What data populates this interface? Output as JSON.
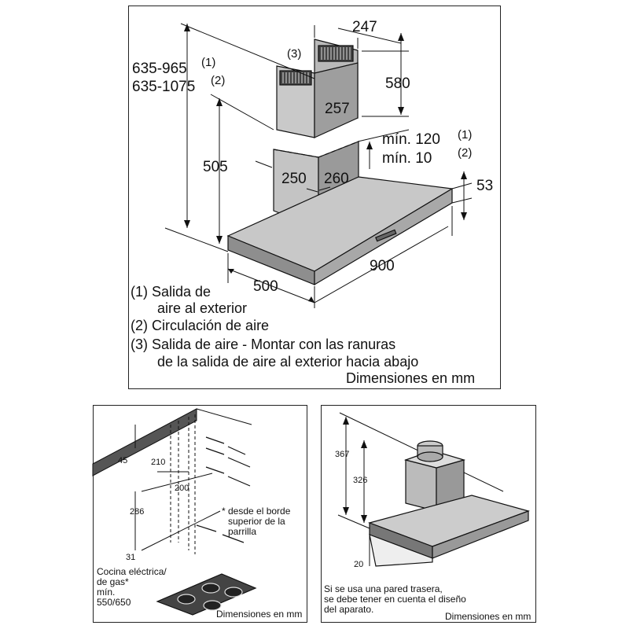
{
  "top": {
    "dims": {
      "d247": "247",
      "d580": "580",
      "d257": "257",
      "d_range1": "635-965",
      "d_range1_ref": "(1)",
      "d_range2": "635-1075",
      "d_range2_ref": "(2)",
      "d505": "505",
      "d250": "250",
      "d260": "260",
      "d_min120": "mín. 120",
      "d_min120_ref": "(1)",
      "d_min10": "mín. 10",
      "d_min10_ref": "(2)",
      "d53": "53",
      "d500": "500",
      "d900": "900",
      "ref3": "(3)"
    },
    "legend": {
      "l1a": "(1)  Salida de",
      "l1b": "aire al exterior",
      "l2": "(2)  Circulación de aire",
      "l3a": "(3)  Salida de aire - Montar con las ranuras",
      "l3b": "de la salida de aire al exterior hacia abajo"
    },
    "units": "Dimensiones en mm"
  },
  "bottom_left": {
    "dims": {
      "d45": "45",
      "d210": "210",
      "d200": "200",
      "d286": "286",
      "d31": "31"
    },
    "note_star": [
      "* desde el borde",
      "superior de la",
      "parrilla"
    ],
    "cooktop_note": [
      "Cocina eléctrica/",
      "de gas*",
      "mín.",
      "550/650"
    ],
    "units": "Dimensiones en mm"
  },
  "bottom_right": {
    "dims": {
      "d367": "367",
      "d326": "326",
      "d20": "20"
    },
    "wall_note": [
      "Si se usa una pared trasera,",
      "se debe tener en cuenta el diseño",
      "del aparato."
    ],
    "units": "Dimensiones en mm"
  }
}
